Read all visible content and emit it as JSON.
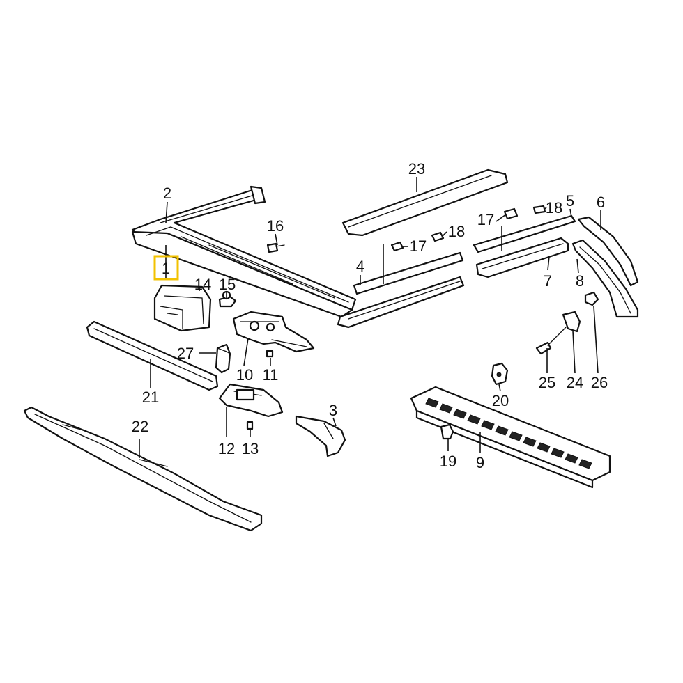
{
  "callouts": {
    "c1": "1",
    "c2": "2",
    "c3": "3",
    "c4": "4",
    "c5": "5",
    "c6": "6",
    "c7": "7",
    "c8": "8",
    "c9": "9",
    "c10": "10",
    "c11": "11",
    "c12": "12",
    "c13": "13",
    "c14": "14",
    "c15": "15",
    "c16": "16",
    "c17a": "17",
    "c17b": "17",
    "c18a": "18",
    "c18b": "18",
    "c19": "19",
    "c20": "20",
    "c21": "21",
    "c22": "22",
    "c23": "23",
    "c24": "24",
    "c25": "25",
    "c26": "26",
    "c27": "27"
  },
  "highlight": {
    "part": "1",
    "color": "#f2c200"
  }
}
